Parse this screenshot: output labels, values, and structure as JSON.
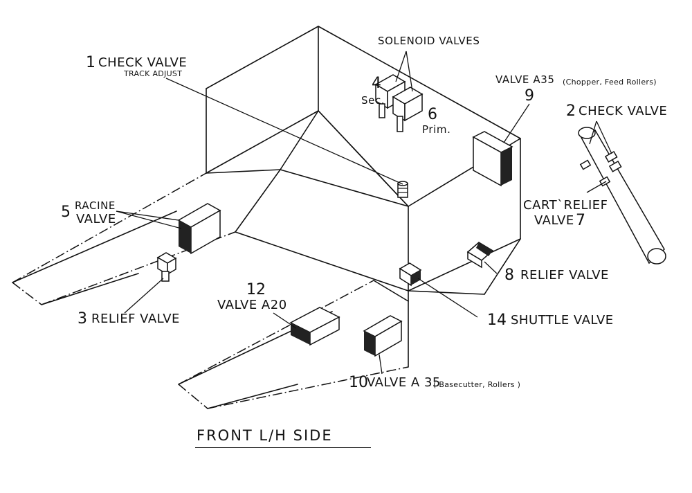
{
  "title": "FRONT L/H SIDE",
  "callouts": {
    "c1": {
      "number": "1",
      "label": "CHECK VALVE",
      "sublabel": "TRACK ADJUST"
    },
    "c2": {
      "number": "2",
      "label": "CHECK VALVE"
    },
    "c3": {
      "number": "3",
      "label": "RELIEF VALVE"
    },
    "c4": {
      "number": "4",
      "sublabel": "Sec."
    },
    "c5": {
      "number": "5",
      "label_line1": "RACINE",
      "label_line2": "VALVE"
    },
    "c6": {
      "number": "6",
      "sublabel": "Prim."
    },
    "c7": {
      "number": "7",
      "label_line1": "CART`RELIEF",
      "label_line2": "VALVE"
    },
    "c8": {
      "number": "8",
      "label": "RELIEF VALVE"
    },
    "c9": {
      "number": "9",
      "label": "VALVE A35",
      "sublabel": "(Chopper, Feed Rollers)"
    },
    "c10": {
      "number": "10",
      "label": "VALVE A 35",
      "sublabel": "( Basecutter, Rollers )"
    },
    "c12": {
      "number": "12",
      "label": "VALVE A20"
    },
    "c14": {
      "number": "14",
      "label": "SHUTTLE VALVE"
    },
    "solenoid": {
      "label": "SOLENOID VALVES"
    }
  }
}
